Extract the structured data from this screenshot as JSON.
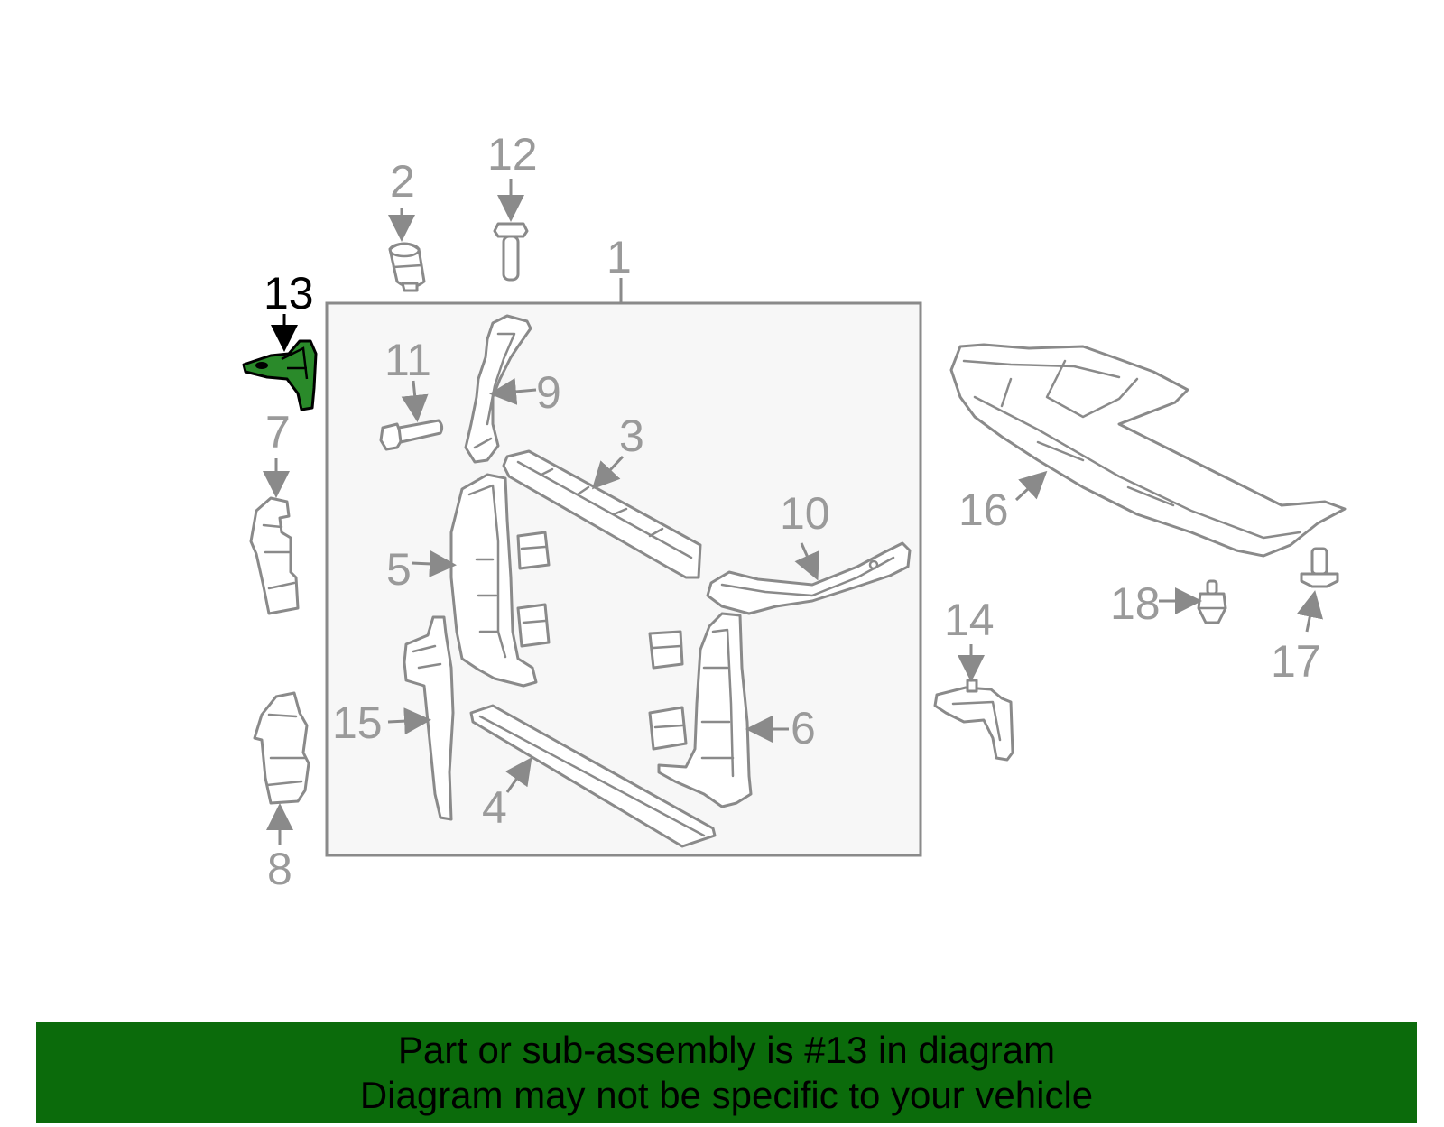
{
  "colors": {
    "banner_bg": "#0b6b0b",
    "highlight": "#2a8a2a",
    "part_stroke": "#8a8a8a",
    "box_fill": "#f7f7f7"
  },
  "callouts": {
    "c1": "1",
    "c2": "2",
    "c3": "3",
    "c4": "4",
    "c5": "5",
    "c6": "6",
    "c7": "7",
    "c8": "8",
    "c9": "9",
    "c10": "10",
    "c11": "11",
    "c12": "12",
    "c13": "13",
    "c14": "14",
    "c15": "15",
    "c16": "16",
    "c17": "17",
    "c18": "18"
  },
  "banner": {
    "line1": "Part or sub-assembly is #13 in diagram",
    "line2": "Diagram may not be specific to your vehicle"
  }
}
